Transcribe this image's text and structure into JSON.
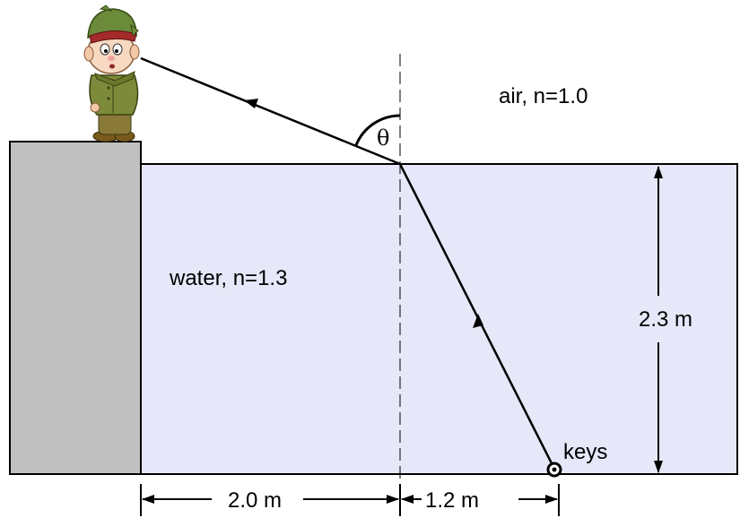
{
  "labels": {
    "air": "air, n=1.0",
    "water": "water, n=1.3",
    "angle": "θ",
    "depth": "2.3 m",
    "keys": "keys",
    "dist_wall": "2.0 m",
    "dist_keys": "1.2 m"
  },
  "colors": {
    "water": "#e6e8f9",
    "wall": "#c0c0c0",
    "line": "#000000"
  },
  "icons": {
    "observer": "cartoon-hunter-character"
  }
}
